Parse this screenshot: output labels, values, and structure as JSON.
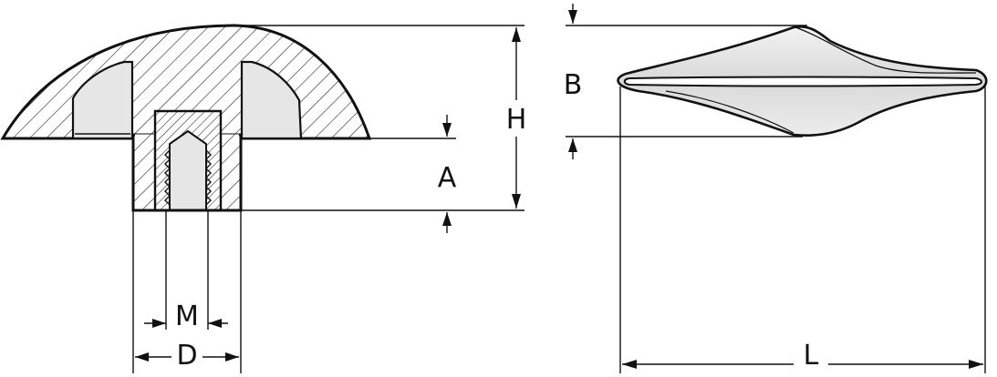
{
  "labels": {
    "A": "A",
    "B": "B",
    "H": "H",
    "M": "M",
    "D": "D",
    "L": "L"
  },
  "colors": {
    "line": "#111111",
    "body_fill": "#e6e6e6",
    "section_fill": "#ffffff"
  }
}
